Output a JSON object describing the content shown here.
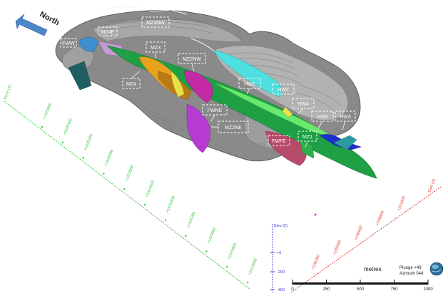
{
  "north_label": "North",
  "zones": [
    {
      "label": "FWW"
    },
    {
      "label": "MZ4E"
    },
    {
      "label": "MZ3NW"
    },
    {
      "label": "MZ3"
    },
    {
      "label": "MZ2NW"
    },
    {
      "label": "MZ4"
    },
    {
      "label": "FWNE"
    },
    {
      "label": "MZ2NE"
    },
    {
      "label": "HW1"
    },
    {
      "label": "HW2"
    },
    {
      "label": "HW4"
    },
    {
      "label": "HW5"
    },
    {
      "label": "HW3"
    },
    {
      "label": "MZ1"
    },
    {
      "label": "FWFE"
    }
  ],
  "axes": {
    "north": {
      "title": "North (Y)",
      "ticks": [
        "+1425600",
        "+1425400",
        "+1425200",
        "+1425000",
        "+1424800",
        "+1424600",
        "+1424400",
        "+1424200",
        "+1424000",
        "+1423800",
        "+1423600"
      ],
      "color": "#3cc83c"
    },
    "east": {
      "title": "East (X)",
      "ticks": [
        "+240200",
        "+240400",
        "+240600",
        "+240800",
        "+241000"
      ],
      "color": "#e03c3c"
    },
    "elev": {
      "title": "Elev (Z)",
      "ticks": [
        "+0",
        "-200",
        "-400"
      ],
      "color": "#3c3cd8"
    }
  },
  "scale_bar": {
    "unit": "metres",
    "ticks": [
      "0",
      "250",
      "500",
      "750",
      "1000"
    ]
  },
  "view": {
    "plunge": "Plunge +49",
    "azimuth": "Azimuth 044"
  }
}
